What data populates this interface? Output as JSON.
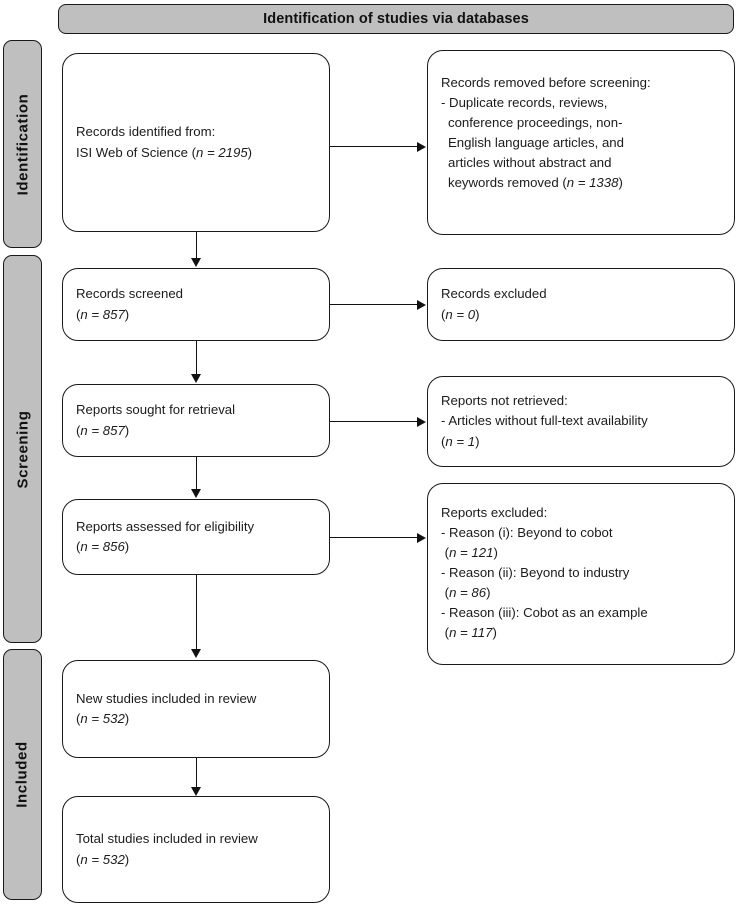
{
  "banner": {
    "title": "Identification of studies via databases"
  },
  "stages": [
    {
      "id": "identification",
      "label": "Identification"
    },
    {
      "id": "screening",
      "label": "Screening"
    },
    {
      "id": "included",
      "label": "Included"
    }
  ],
  "nodes": {
    "records_identified": {
      "lines": [
        "Records identified from:",
        "ISI Web of Science (n = 2195)"
      ]
    },
    "records_removed": {
      "lines": [
        "Records removed before screening:",
        "- Duplicate records, reviews,",
        "conference proceedings, non-",
        "English language articles, and",
        "articles without abstract and",
        "keywords removed (n = 1338)"
      ]
    },
    "records_screened": {
      "lines": [
        "Records screened",
        "(n = 857)"
      ]
    },
    "records_excluded": {
      "lines": [
        "Records excluded",
        "(n = 0)"
      ]
    },
    "reports_sought": {
      "lines": [
        "Reports sought for retrieval",
        "(n = 857)"
      ]
    },
    "reports_not_retrieved": {
      "lines": [
        "Reports not retrieved:",
        "- Articles without full-text availability",
        "(n = 1)"
      ]
    },
    "reports_assessed": {
      "lines": [
        "Reports assessed for eligibility",
        "(n = 856)"
      ]
    },
    "reports_excluded": {
      "lines": [
        "Reports excluded:",
        "- Reason (i): Beyond to cobot",
        " (n = 121)",
        "- Reason (ii): Beyond to industry",
        " (n = 86)",
        "- Reason (iii): Cobot as an example",
        " (n = 117)"
      ]
    },
    "new_studies": {
      "lines": [
        "New studies included in review",
        "(n = 532)"
      ]
    },
    "total_studies": {
      "lines": [
        "Total studies included in review",
        "(n = 532)"
      ]
    }
  },
  "colors": {
    "stage_fill": "#BFBFBF",
    "banner_fill": "#BFBFBF",
    "stroke": "#1A1A1A",
    "node_fill": "#FFFFFF"
  }
}
